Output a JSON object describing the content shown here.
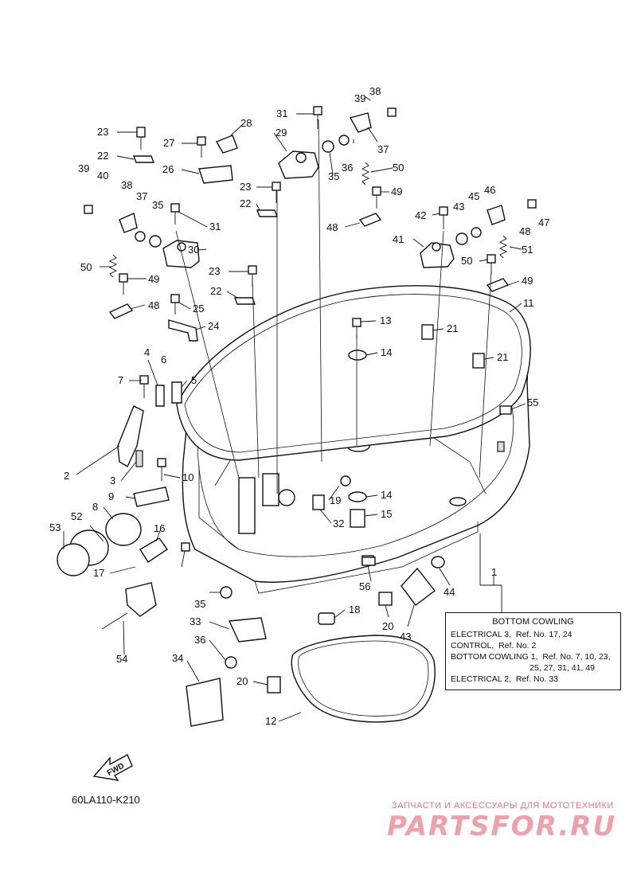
{
  "diagram": {
    "callouts": [
      "1",
      "2",
      "3",
      "4",
      "5",
      "6",
      "7",
      "8",
      "9",
      "10",
      "11",
      "12",
      "13",
      "14",
      "14",
      "15",
      "16",
      "17",
      "18",
      "19",
      "20",
      "20",
      "21",
      "21",
      "22",
      "22",
      "22",
      "23",
      "23",
      "23",
      "24",
      "25",
      "26",
      "27",
      "28",
      "29",
      "30",
      "31",
      "31",
      "32",
      "33",
      "34",
      "35",
      "35",
      "35",
      "36",
      "36",
      "37",
      "37",
      "38",
      "38",
      "39",
      "39",
      "40",
      "41",
      "42",
      "43",
      "43",
      "44",
      "45",
      "46",
      "47",
      "48",
      "48",
      "48",
      "49",
      "49",
      "49",
      "50",
      "50",
      "50",
      "51",
      "52",
      "53",
      "54",
      "55",
      "56"
    ],
    "fwd_label": "FWD",
    "drawing_code": "60LA110-K210"
  },
  "reference_box": {
    "title": "BOTTOM  COWLING",
    "rows": [
      "ELECTRICAL 3,  Ref. No. 17, 24",
      "CONTROL,  Ref. No. 2",
      "BOTTOM COWLING 1,  Ref. No. 7, 10, 23,",
      "                                  25, 27, 31, 41, 49",
      "ELECTRICAL 2,  Ref. No. 33"
    ]
  },
  "watermark": {
    "tagline": "ЗАПЧАСТИ И АКСЕССУАРЫ ДЛЯ МОТОТЕХНИКИ",
    "logo": "PARTSFOR.RU"
  }
}
